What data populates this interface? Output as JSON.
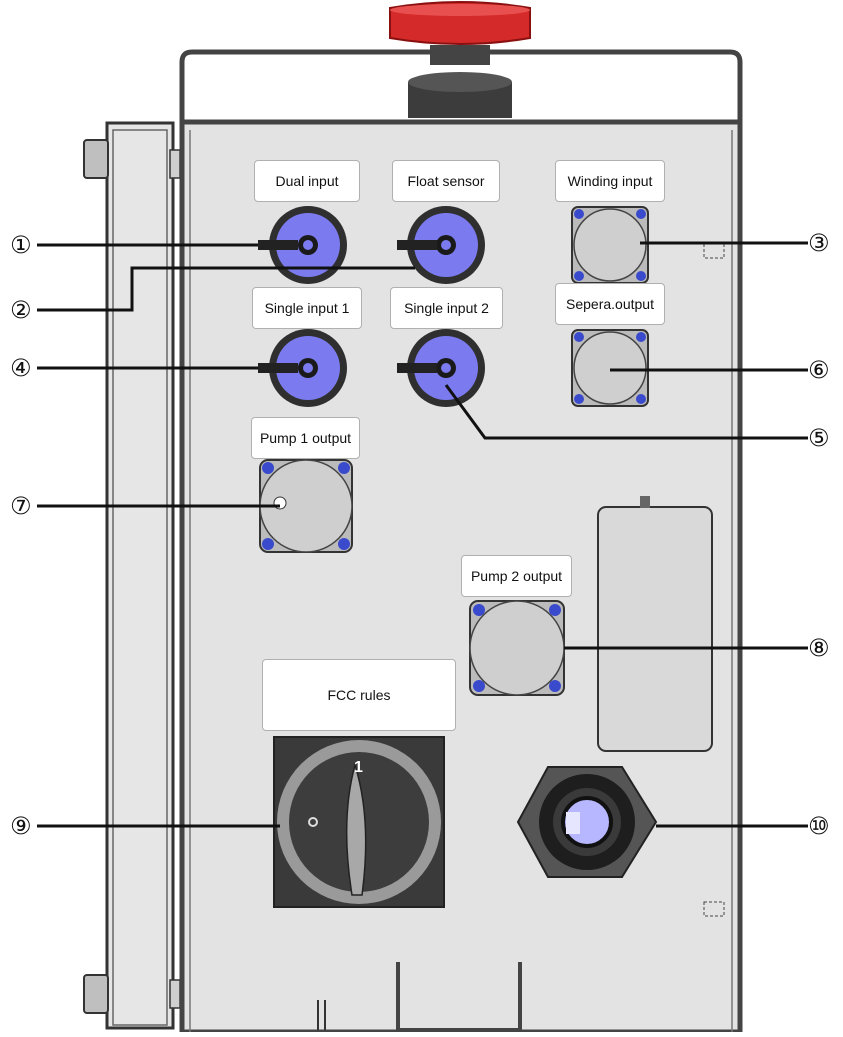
{
  "labels": {
    "dual_input": "Dual input",
    "float_sensor": "Float sensor",
    "winding_input": "Winding input",
    "single_input_1": "Single input 1",
    "single_input_2": "Single input 2",
    "separa_output": "Sepera.output",
    "pump1_output": "Pump 1 output",
    "pump2_output": "Pump 2 output",
    "fcc_rules": "FCC rules"
  },
  "callouts": [
    "①",
    "②",
    "③",
    "④",
    "⑤",
    "⑥",
    "⑦",
    "⑧",
    "⑨",
    "⑩"
  ],
  "switch_mark": "1",
  "colors": {
    "panel": "#e3e3e3",
    "frame": "#4a4a4a",
    "estop": "#d42a2a",
    "blue_connector": "#7b7bef",
    "grey_connector": "#c8c8c8",
    "switch_body": "#3a3a3a"
  },
  "icons": [
    "emergency-stop-icon",
    "rotary-switch-icon",
    "cable-gland-icon"
  ]
}
